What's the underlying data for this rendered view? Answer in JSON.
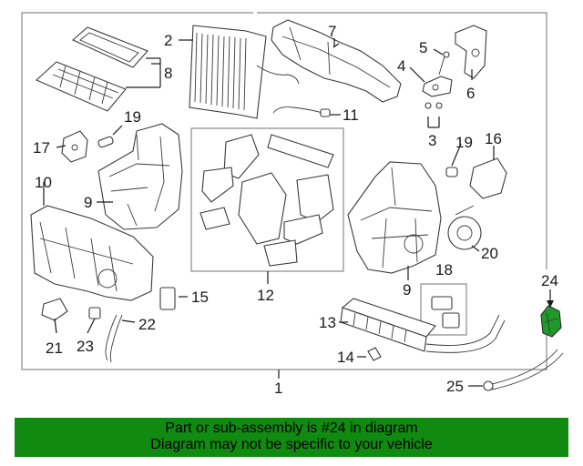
{
  "callouts": {
    "c1": "1",
    "c2": "2",
    "c3": "3",
    "c4": "4",
    "c5": "5",
    "c6": "6",
    "c7": "7",
    "c8": "8",
    "c9a": "9",
    "c9b": "9",
    "c10": "10",
    "c11": "11",
    "c12": "12",
    "c13": "13",
    "c14": "14",
    "c15": "15",
    "c16": "16",
    "c17": "17",
    "c18": "18",
    "c19a": "19",
    "c19b": "19",
    "c20": "20",
    "c21": "21",
    "c22": "22",
    "c23": "23",
    "c24": "24",
    "c25": "25"
  },
  "highlight_part": "24",
  "colors": {
    "banner": "#108a10",
    "line": "#3a3a3a",
    "frame": "#8a8a8a",
    "highlight": "#1f9a2a"
  },
  "banner": {
    "line1": "Part or sub-assembly is #24 in diagram",
    "line2": "Diagram may not be specific to your vehicle"
  }
}
